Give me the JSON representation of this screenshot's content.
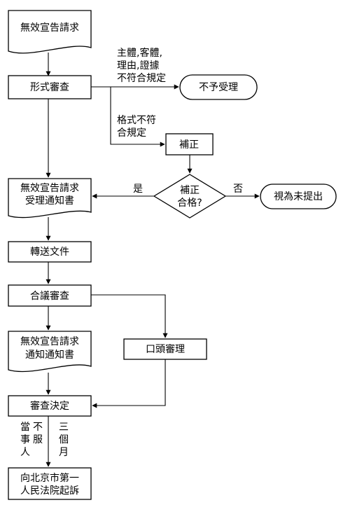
{
  "nodes": {
    "invalid_request": "無效宣告請求",
    "formal_review": "形式審查",
    "not_accepted": "不予受理",
    "correction": "補正",
    "acceptance_notice_line1": "無效宣告請求",
    "acceptance_notice_line2": "受理通知書",
    "correction_ok_line1": "補正",
    "correction_ok_line2": "合格?",
    "deemed_not_filed": "視為未提出",
    "forward_documents": "轉送文件",
    "panel_review": "合議審查",
    "review_notice_line1": "無效宣告請求",
    "review_notice_line2": "通知通知書",
    "oral_hearing": "口頭審理",
    "review_decision": "審查決定",
    "court_line1": "向北京市第一",
    "court_line2": "人民法院起訴"
  },
  "edge_labels": {
    "nonconform_line1": "主體,客體,",
    "nonconform_line2": "理由,證據",
    "nonconform_line3": "不符合規定",
    "format_line1": "格式不符",
    "format_line2": "合規定",
    "yes": "是",
    "no": "否",
    "dissatisfied_col1": "當事人",
    "dissatisfied_col2": "不服",
    "three_months": "三個月"
  }
}
